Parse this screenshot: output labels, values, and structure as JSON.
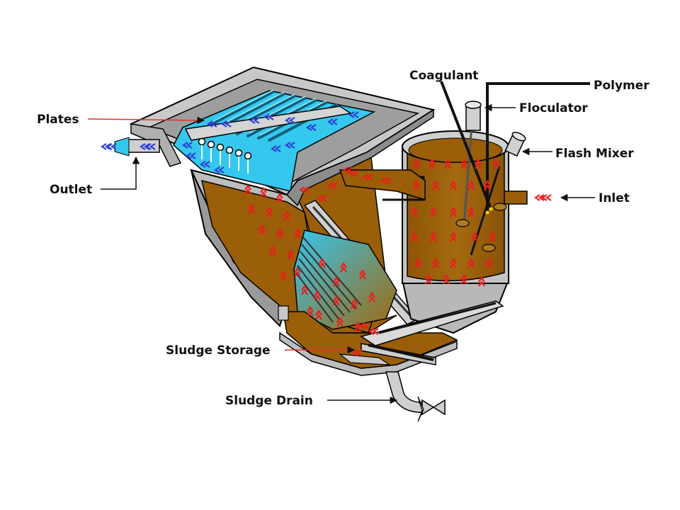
{
  "labels": {
    "plates": "Plates",
    "outlet": "Outlet",
    "coagulant": "Coagulant",
    "polymer": "Polymer",
    "floculator": "Floculator",
    "flash_mixer": "Flash Mixer",
    "inlet": "Inlet",
    "sludge_storage": "Sludge Storage",
    "sludge_drain": "Sludge Drain"
  },
  "colors": {
    "sludge_water": "#9a5f08",
    "clear_water": "#34c8ee",
    "steel_gray": "#c8c8c8",
    "steel_dark": "#8c8c8c",
    "raw_flow_arrow": "#ee1c1c",
    "clean_flow_arrow": "#2d3ed8",
    "plates_leader": "#e03030"
  },
  "flow_legend": {
    "raw_flow_arrow_icon": "red-double-chevron-arrow",
    "clean_flow_arrow_icon": "blue-double-chevron-arrow"
  }
}
